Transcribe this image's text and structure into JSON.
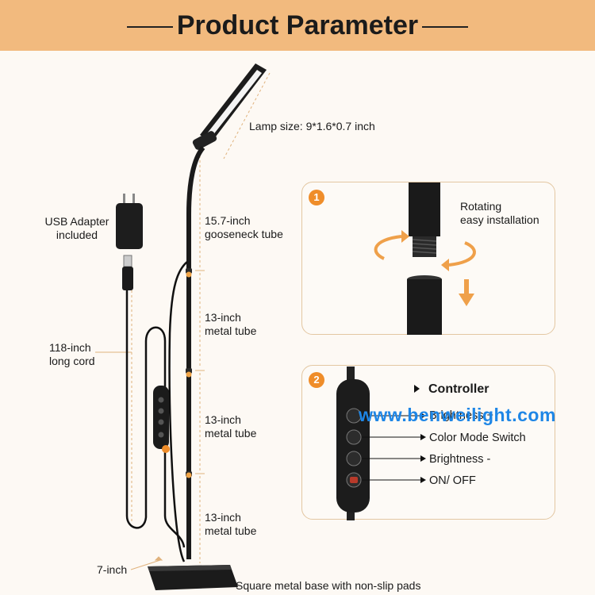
{
  "header": {
    "title": "Product Parameter",
    "background": "#f2ba7e"
  },
  "labels": {
    "lamp_size": "Lamp size: 9*1.6*0.7 inch",
    "usb_adapter": [
      "USB Adapter",
      "included"
    ],
    "gooseneck": [
      "15.7-inch",
      "gooseneck tube"
    ],
    "tube_1": [
      "13-inch",
      "metal tube"
    ],
    "tube_2": [
      "13-inch",
      "metal tube"
    ],
    "tube_3": [
      "13-inch",
      "metal tube"
    ],
    "cord": [
      "118-inch",
      "long cord"
    ],
    "base_width": "7-inch",
    "base": "Square metal base with non-slip pads"
  },
  "panel_rotating": {
    "badge": "1",
    "text": [
      "Rotating",
      "easy installation"
    ],
    "arrow_color": "#efa04a"
  },
  "panel_controller": {
    "badge": "2",
    "title": "Controller",
    "items": [
      "Brightness +",
      "Color Mode Switch",
      "Brightness -",
      "ON/ OFF"
    ]
  },
  "watermark": "www.benweilight.com",
  "colors": {
    "accent": "#ef8d2a",
    "watermark": "#1e86e6",
    "panel_border": "#e3c7a2"
  }
}
